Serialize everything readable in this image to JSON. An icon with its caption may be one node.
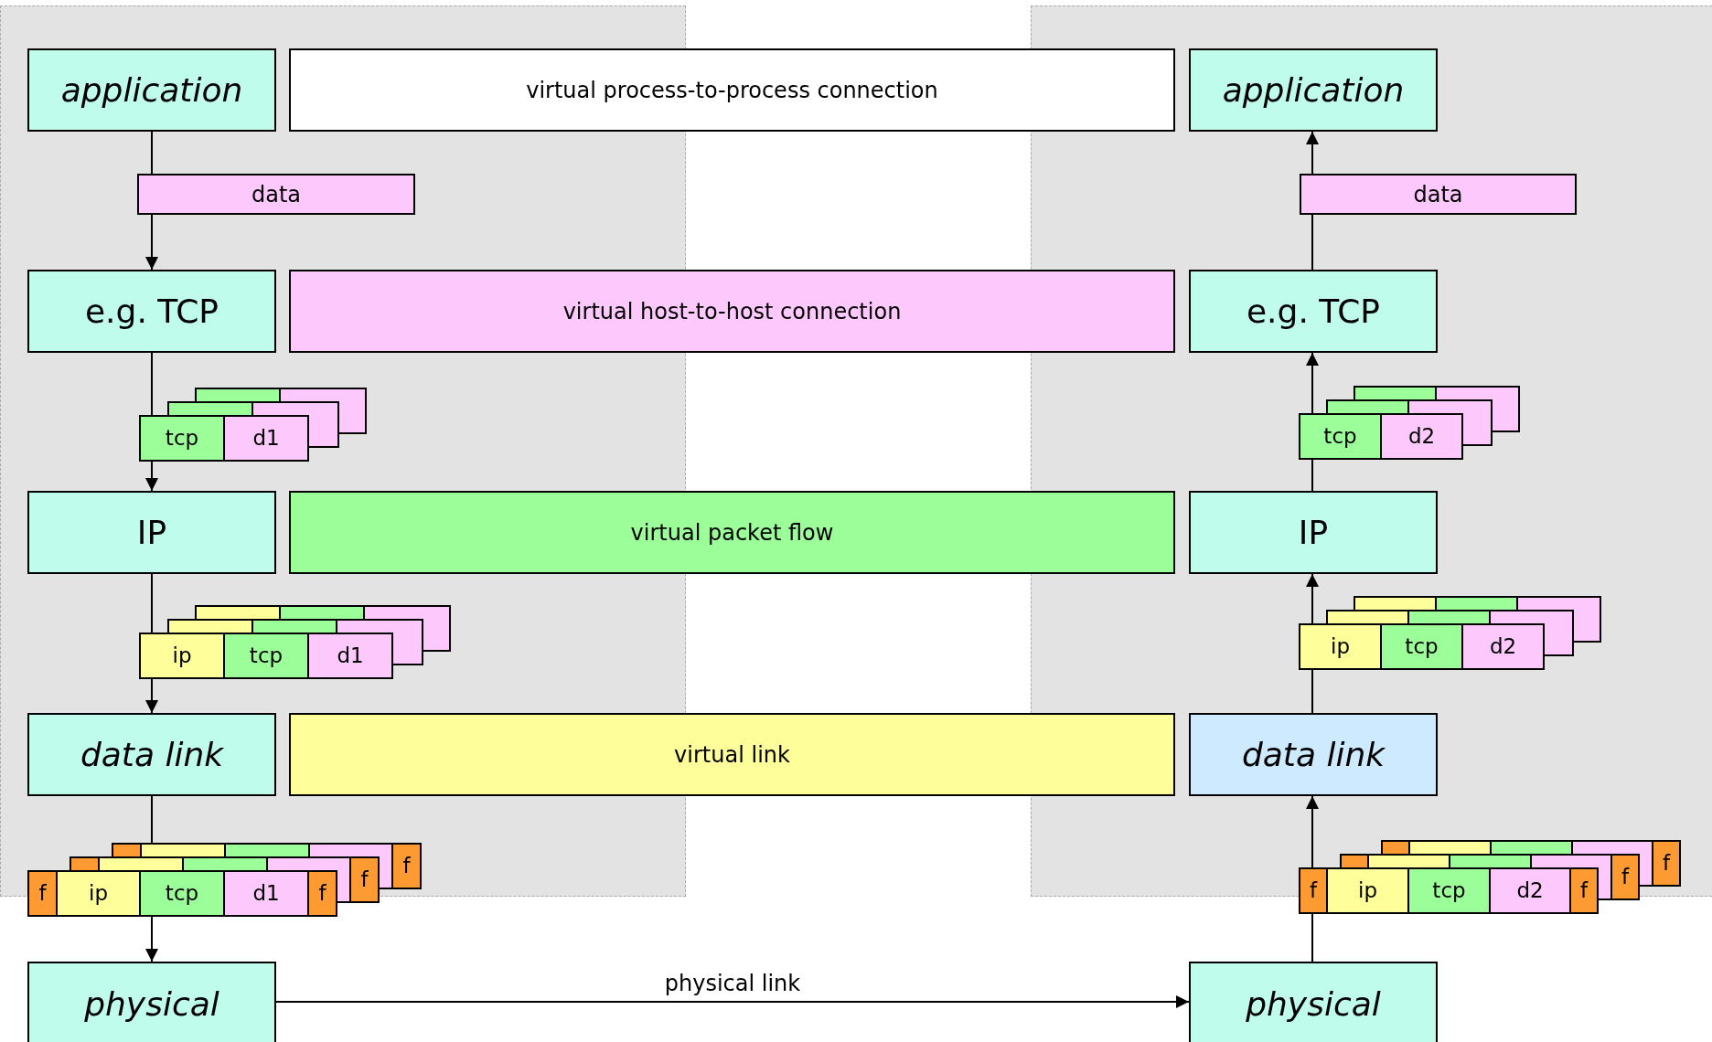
{
  "diagram": {
    "nodes": [
      {
        "text": [
          "application"
        ]
      },
      {
        "text": [
          "virtual process-to-process connection"
        ]
      },
      {
        "text": [
          "application"
        ]
      },
      {
        "text": [
          "data"
        ]
      },
      {
        "text": [
          "data"
        ]
      },
      {
        "text": [
          "e.g. TCP"
        ]
      },
      {
        "text": [
          "virtual host-to-host connection"
        ]
      },
      {
        "text": [
          "e.g. TCP"
        ]
      },
      {
        "text": [
          "tcp"
        ]
      },
      {
        "text": [
          "d1"
        ]
      },
      {
        "text": [
          "tcp"
        ]
      },
      {
        "text": [
          "d2"
        ]
      },
      {
        "text": [
          "IP"
        ]
      },
      {
        "text": [
          "virtual packet flow"
        ]
      },
      {
        "text": [
          "IP"
        ]
      },
      {
        "text": [
          "ip"
        ]
      },
      {
        "text": [
          "tcp"
        ]
      },
      {
        "text": [
          "d1"
        ]
      },
      {
        "text": [
          "ip"
        ]
      },
      {
        "text": [
          "tcp"
        ]
      },
      {
        "text": [
          "d2"
        ]
      },
      {
        "text": [
          "data link"
        ]
      },
      {
        "text": [
          "virtual link"
        ]
      },
      {
        "text": [
          "data link"
        ]
      },
      {
        "text": [
          "f"
        ]
      },
      {
        "text": [
          "f"
        ]
      },
      {
        "text": [
          "f"
        ]
      },
      {
        "text": [
          "ip"
        ]
      },
      {
        "text": [
          "tcp"
        ]
      },
      {
        "text": [
          "d1"
        ]
      },
      {
        "text": [
          "f"
        ]
      },
      {
        "text": [
          "f"
        ]
      },
      {
        "text": [
          "f"
        ]
      },
      {
        "text": [
          "f"
        ]
      },
      {
        "text": [
          "ip"
        ]
      },
      {
        "text": [
          "tcp"
        ]
      },
      {
        "text": [
          "d2"
        ]
      },
      {
        "text": [
          "f"
        ]
      },
      {
        "text": [
          "physical"
        ]
      },
      {
        "text": [
          "physical"
        ]
      }
    ],
    "edges": [
      {
        "from": 0,
        "to": 3,
        "arrow": "none"
      },
      {
        "from": 3,
        "to": 5,
        "arrow": "to"
      },
      {
        "from": 5,
        "to": 8,
        "arrow": "none"
      },
      {
        "from": 8,
        "to": 12,
        "arrow": "to"
      },
      {
        "from": 12,
        "to": 15,
        "arrow": "none"
      },
      {
        "from": 15,
        "to": 21,
        "arrow": "to"
      },
      {
        "from": 21,
        "to": 28,
        "arrow": "none"
      },
      {
        "from": 28,
        "to": 38,
        "arrow": "to"
      },
      {
        "from": 38,
        "to": 39,
        "arrow": "to",
        "label": "physical link"
      },
      {
        "from": 39,
        "to": 33,
        "arrow": "none"
      },
      {
        "from": 33,
        "to": 23,
        "arrow": "to"
      },
      {
        "from": 23,
        "to": 18,
        "arrow": "none"
      },
      {
        "from": 18,
        "to": 14,
        "arrow": "to"
      },
      {
        "from": 14,
        "to": 10,
        "arrow": "none"
      },
      {
        "from": 10,
        "to": 7,
        "arrow": "to"
      },
      {
        "from": 7,
        "to": 4,
        "arrow": "none"
      },
      {
        "from": 4,
        "to": 2,
        "arrow": "to"
      }
    ]
  }
}
